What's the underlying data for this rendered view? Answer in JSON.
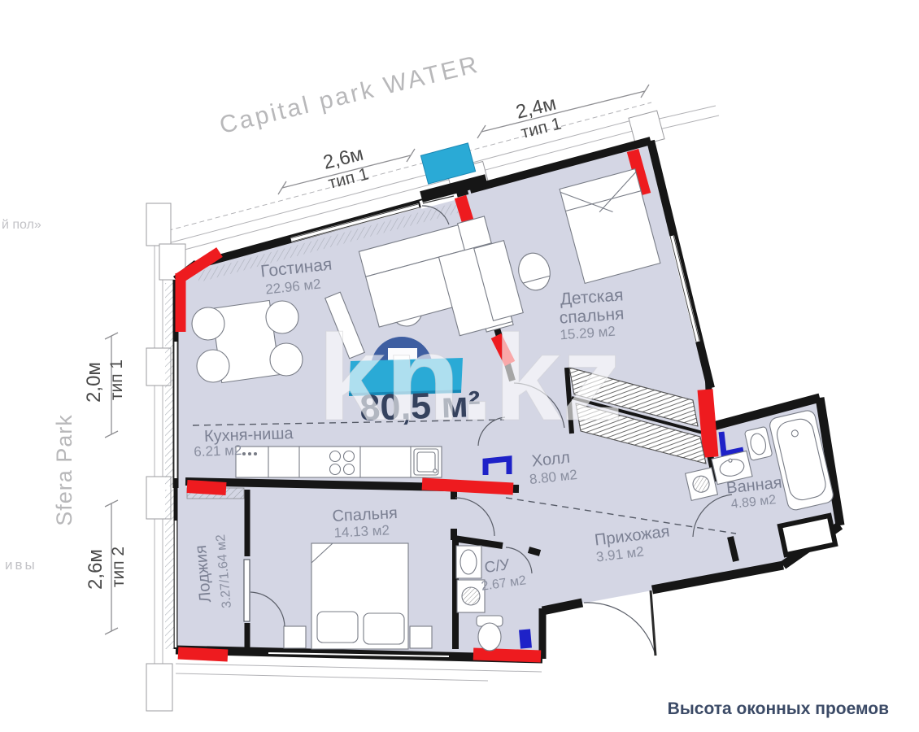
{
  "plan": {
    "total_area": "80,5 м²",
    "footer_note": "Высота оконных проемов",
    "rooms": [
      {
        "name": "Гостиная",
        "area": "22.96 м2"
      },
      {
        "name": "Детская спальня",
        "name_line1": "Детская",
        "name_line2": "спальня",
        "area": "15.29 м2"
      },
      {
        "name": "Кухня-ниша",
        "area": "6.21 м2"
      },
      {
        "name": "Холл",
        "area": "8.80 м2"
      },
      {
        "name": "Ванная",
        "area": "4.89 м2"
      },
      {
        "name": "Спальня",
        "area": "14.13 м2"
      },
      {
        "name": "С/У",
        "area": "2.67 м2"
      },
      {
        "name": "Прихожая",
        "area": "3.91 м2"
      },
      {
        "name": "Лоджия",
        "area": "3.27/1.64 м2"
      }
    ],
    "window_dimensions": [
      {
        "length": "2,6м",
        "type": "тип 1",
        "position": "top-left"
      },
      {
        "length": "2,4м",
        "type": "тип 1",
        "position": "top-right"
      },
      {
        "length": "2,0м",
        "type": "тип 1",
        "position": "left-upper"
      },
      {
        "length": "2,6м",
        "type": "тип 2",
        "position": "left-lower"
      }
    ]
  },
  "watermarks": {
    "top": "Capital park WATER",
    "left": "Sfera Park",
    "logo": "kn.kz",
    "edge_fragment_top": "й пол»",
    "edge_fragment_bottom": "ивы"
  },
  "colors": {
    "room_fill": "#d4d6e4",
    "wall": "#161616",
    "highlight_red": "#ee1b1f",
    "plumbing_blue": "#1e22c8",
    "accent_cyan": "#2aaad6",
    "logo_blue": "#3e5ea1",
    "label_text": "#7b8093",
    "title_text": "#35425e",
    "watermark_gray": "#b8b8ba"
  }
}
